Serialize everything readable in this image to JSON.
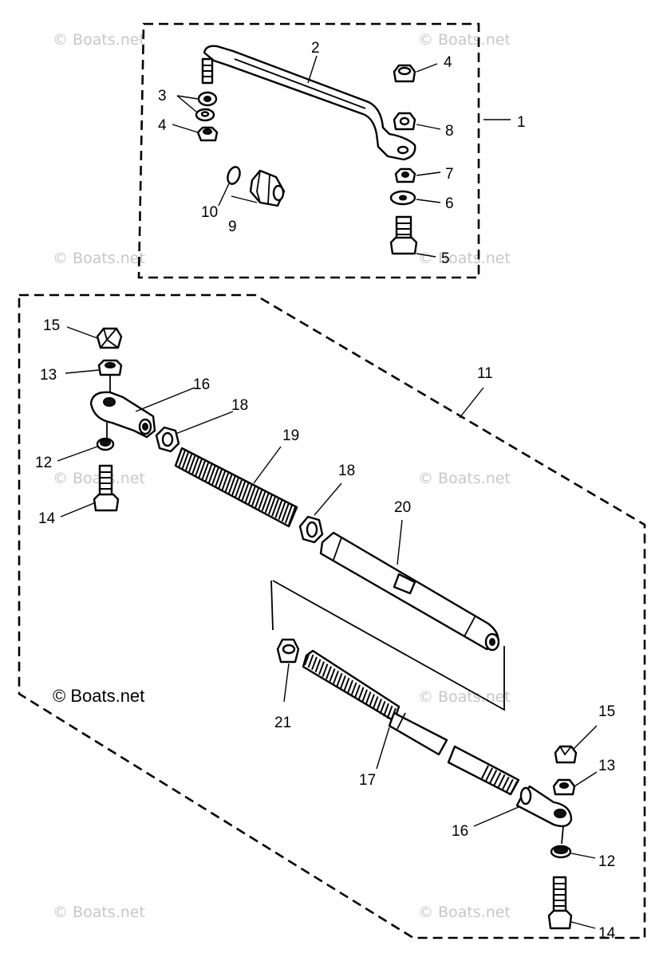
{
  "watermark": "© Boats.net",
  "labels": {
    "p1": "1",
    "p2": "2",
    "p3": "3",
    "p4a": "4",
    "p4b": "4",
    "p5": "5",
    "p6": "6",
    "p7": "7",
    "p8": "8",
    "p9": "9",
    "p10": "10",
    "p11": "11",
    "p12a": "12",
    "p12b": "12",
    "p13a": "13",
    "p13b": "13",
    "p14a": "14",
    "p14b": "14",
    "p15a": "15",
    "p15b": "15",
    "p16a": "16",
    "p16b": "16",
    "p17": "17",
    "p18a": "18",
    "p18b": "18",
    "p19": "19",
    "p20": "20",
    "p21": "21"
  }
}
